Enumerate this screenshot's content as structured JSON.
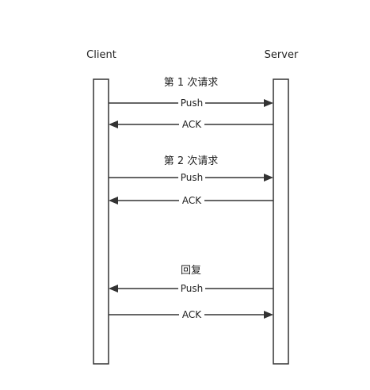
{
  "participants": {
    "client": "Client",
    "server": "Server"
  },
  "groups": [
    {
      "title": "第 1 次请求",
      "messages": [
        {
          "label": "Push",
          "direction": "client-to-server"
        },
        {
          "label": "ACK",
          "direction": "server-to-client"
        }
      ]
    },
    {
      "title": "第 2 次请求",
      "messages": [
        {
          "label": "Push",
          "direction": "client-to-server"
        },
        {
          "label": "ACK",
          "direction": "server-to-client"
        }
      ]
    },
    {
      "title": "回复",
      "messages": [
        {
          "label": "Push",
          "direction": "server-to-client"
        },
        {
          "label": "ACK",
          "direction": "client-to-server"
        }
      ]
    }
  ],
  "colors": {
    "line": "#333333",
    "text": "#222222",
    "background": "#ffffff"
  }
}
